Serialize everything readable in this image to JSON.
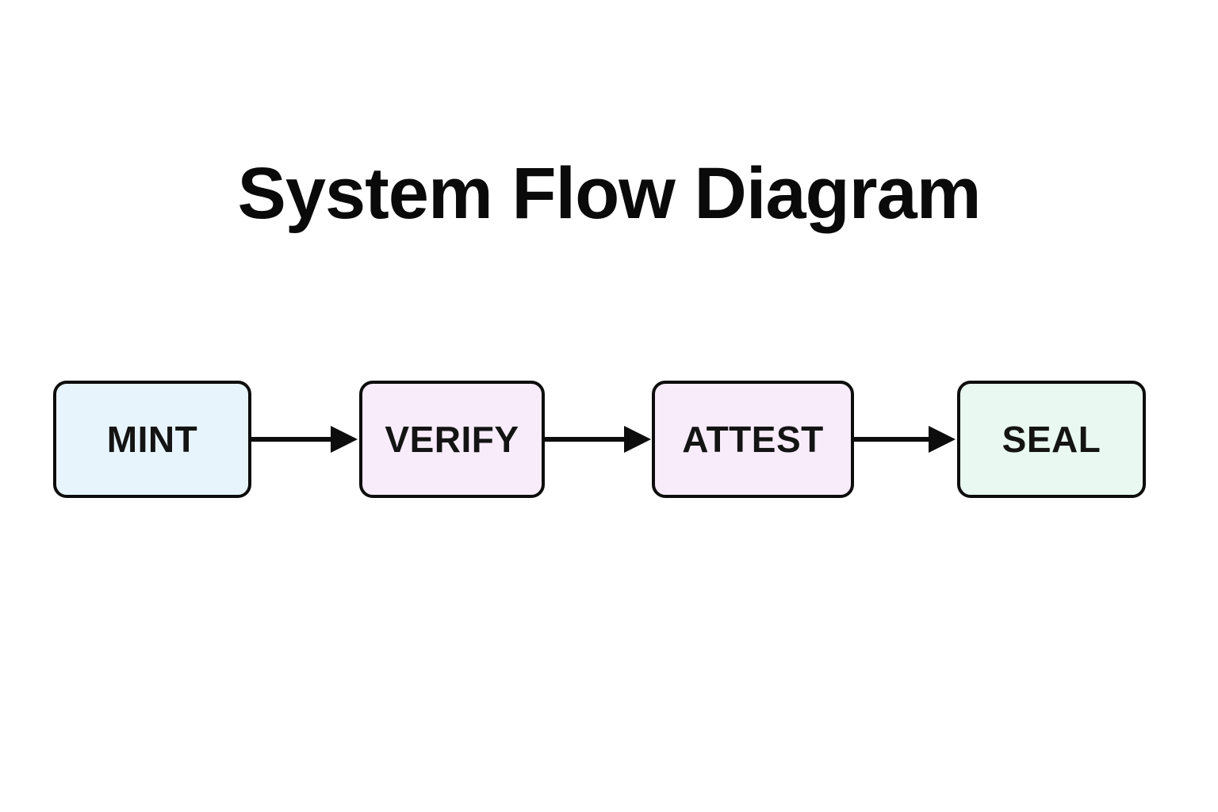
{
  "title": "System Flow Diagram",
  "diagram": {
    "type": "flowchart",
    "direction": "left-to-right",
    "nodes": [
      {
        "label": "MINT",
        "fill": "#e8f4fb"
      },
      {
        "label": "VERIFY",
        "fill": "#f8ecfa"
      },
      {
        "label": "ATTEST",
        "fill": "#f8ecfa"
      },
      {
        "label": "SEAL",
        "fill": "#e9f8f0"
      }
    ],
    "connections": [
      {
        "from": "MINT",
        "to": "VERIFY"
      },
      {
        "from": "VERIFY",
        "to": "ATTEST"
      },
      {
        "from": "ATTEST",
        "to": "SEAL"
      }
    ],
    "border_color": "#0d0d0d",
    "arrow_color": "#0d0d0d",
    "text_color": "#141414",
    "background_color": "#ffffff"
  }
}
